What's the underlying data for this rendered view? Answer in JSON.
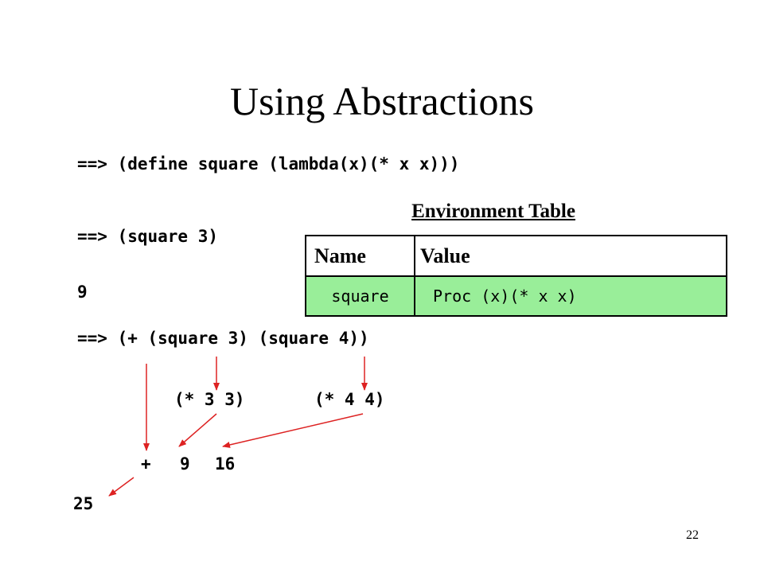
{
  "slide": {
    "title": "Using Abstractions",
    "page_number": "22"
  },
  "code": {
    "line1": "==> (define square (lambda(x)(* x x)))",
    "line2": "==> (square 3)",
    "result1": "9",
    "line3": "==> (+ (square 3) (square 4))",
    "expand_a": "(* 3 3)",
    "expand_b": "(* 4 4)",
    "plus": "+",
    "nine": "9",
    "sixteen": "16",
    "final": "25"
  },
  "env_table": {
    "caption": "Environment Table",
    "header_name": "Name",
    "header_value": "Value",
    "rows": [
      {
        "name": "square",
        "value": "Proc (x)(* x x)"
      }
    ],
    "row_color": "#99ee99"
  },
  "colors": {
    "arrow": "#dd2222"
  }
}
